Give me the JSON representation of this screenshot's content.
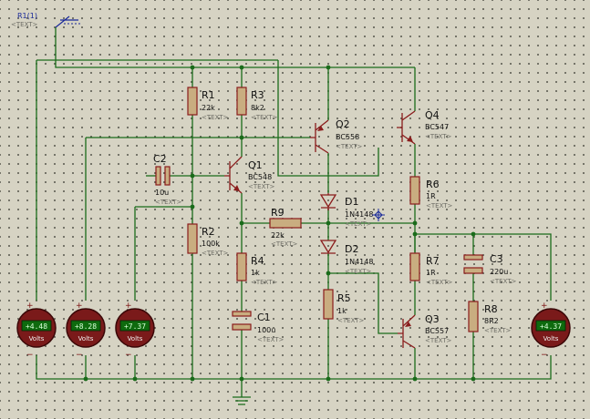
{
  "probe": {
    "label": "R1(1)",
    "text": "<TEXT>"
  },
  "components": {
    "r1": {
      "ref": "R1",
      "value": "22k",
      "text": "<TEXT>"
    },
    "r3": {
      "ref": "R3",
      "value": "8k2",
      "text": "<TEXT>"
    },
    "q2": {
      "ref": "Q2",
      "value": "BC558",
      "text": "<TEXT>"
    },
    "q4": {
      "ref": "Q4",
      "value": "BC547",
      "text": "<TEXT>"
    },
    "c2": {
      "ref": "C2",
      "value": "10u",
      "text": "<TEXT>"
    },
    "q1": {
      "ref": "Q1",
      "value": "BC548",
      "text": "<TEXT>"
    },
    "r6": {
      "ref": "R6",
      "value": "1R",
      "text": "<TEXT>"
    },
    "d1": {
      "ref": "D1",
      "value": "1N4148",
      "text": "<TEXT>"
    },
    "r9": {
      "ref": "R9",
      "value": "22k",
      "text": "<TEXT>"
    },
    "r2": {
      "ref": "R2",
      "value": "100k",
      "text": "<TEXT>"
    },
    "d2": {
      "ref": "D2",
      "value": "1N4148",
      "text": "<TEXT>"
    },
    "r4": {
      "ref": "R4",
      "value": "1k",
      "text": "<TEXT>"
    },
    "r7": {
      "ref": "R7",
      "value": "1R",
      "text": "<TEXT>"
    },
    "c3": {
      "ref": "C3",
      "value": "220u",
      "text": "<TEXT>"
    },
    "r5": {
      "ref": "R5",
      "value": "1k",
      "text": "<TEXT>"
    },
    "r8": {
      "ref": "R8",
      "value": "8R2",
      "text": "<TEXT>"
    },
    "c1": {
      "ref": "C1",
      "value": "100u",
      "text": "<TEXT>"
    },
    "q3": {
      "ref": "Q3",
      "value": "BC557",
      "text": "<TEXT>"
    }
  },
  "meters": [
    {
      "reading": "+4.48",
      "unit": "Volts"
    },
    {
      "reading": "+8.28",
      "unit": "Volts"
    },
    {
      "reading": "+7.37",
      "unit": "Volts"
    },
    {
      "reading": "+4.37",
      "unit": "Volts"
    }
  ],
  "meter_signs": {
    "plus": "+",
    "minus": "−"
  },
  "colors": {
    "wire": "#1a6b1a",
    "component": "#8a1c1c",
    "meter_display": "#0e6a0e",
    "meter_body": "#7a1a1a",
    "probe": "#1a2a9a"
  }
}
